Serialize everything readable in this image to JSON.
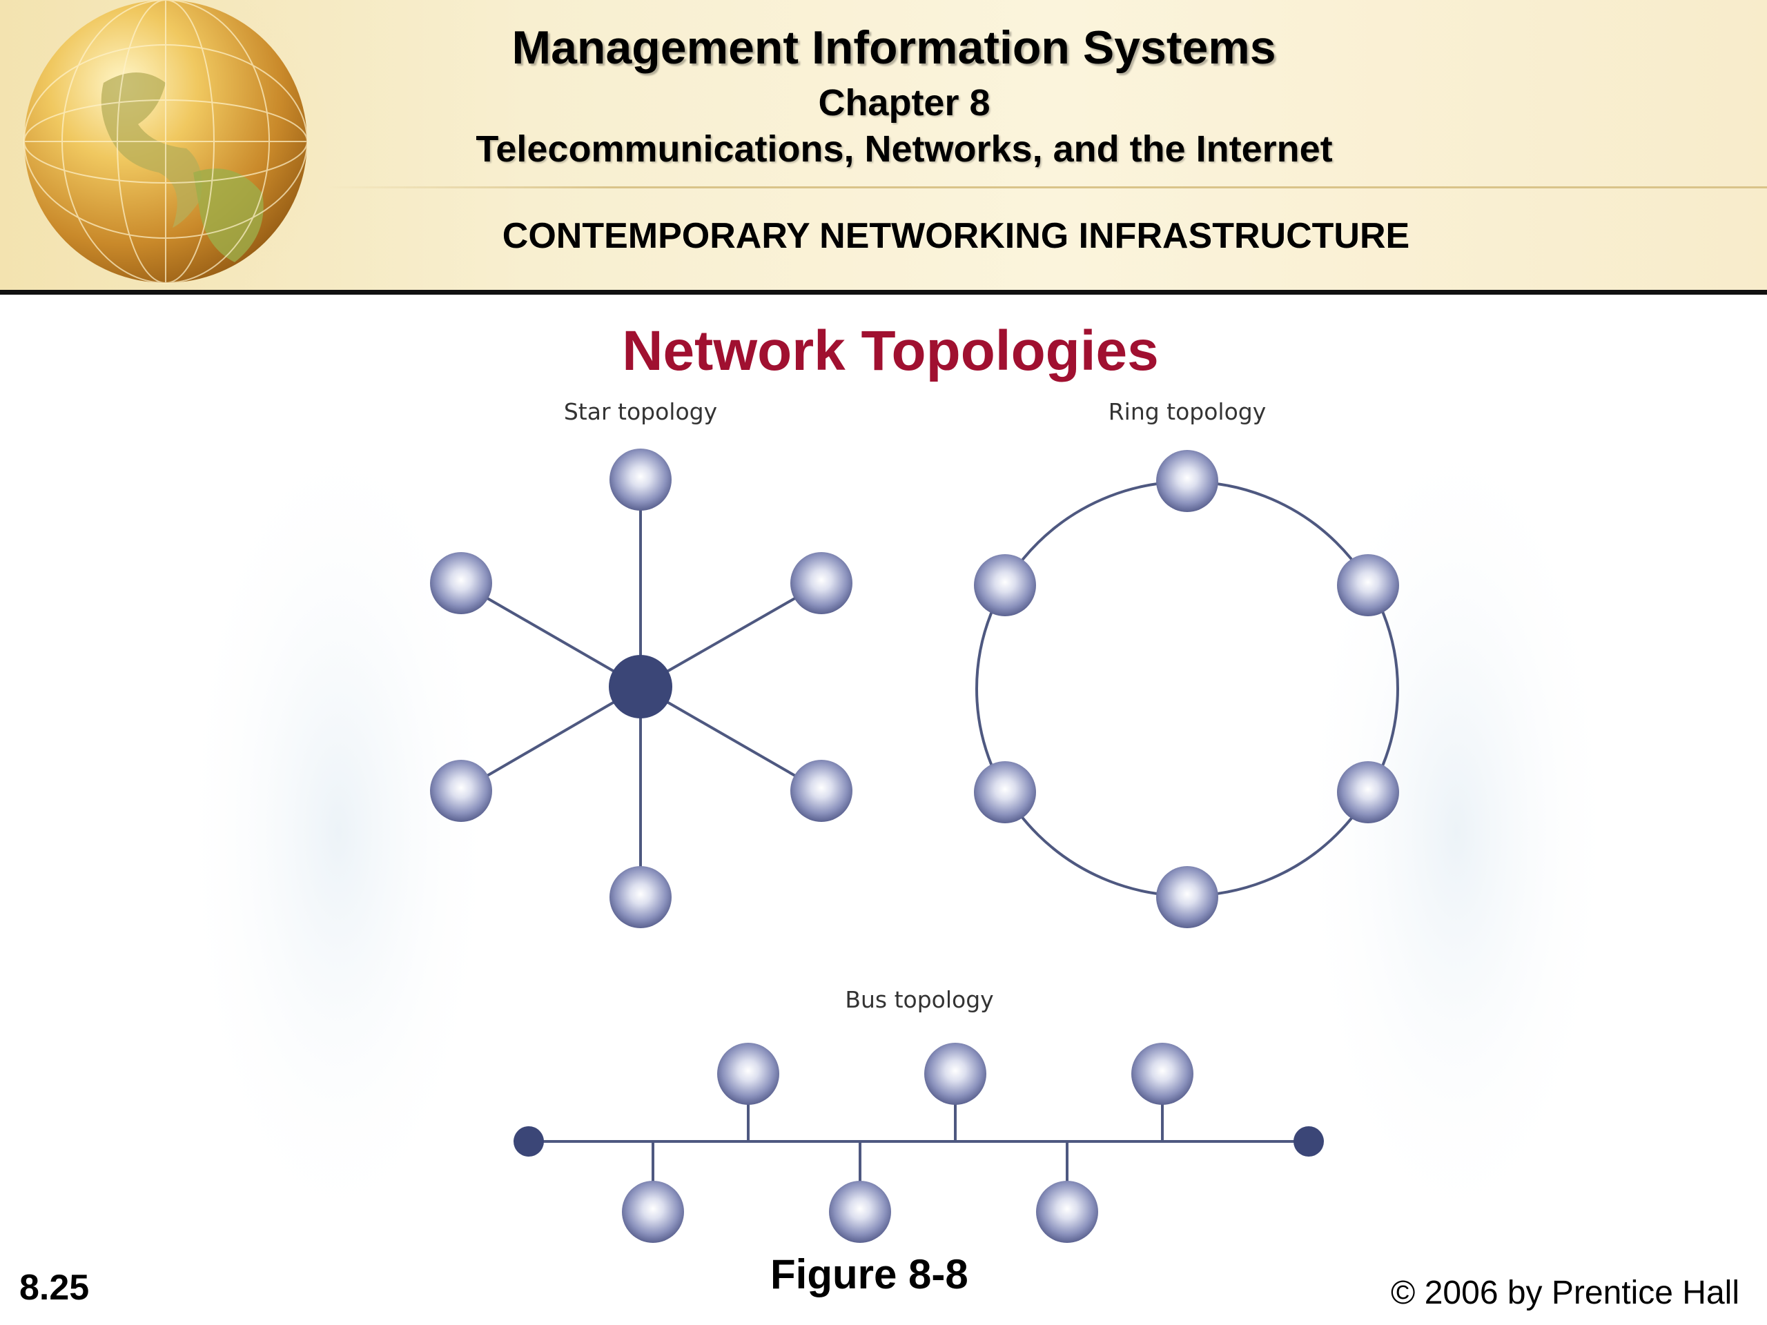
{
  "header": {
    "title": "Management Information Systems",
    "chapter": "Chapter 8",
    "subtitle": "Telecommunications, Networks, and the Internet",
    "section": "CONTEMPORARY NETWORKING INFRASTRUCTURE",
    "logo_icon": "globe-icon"
  },
  "slide": {
    "title": "Network Topologies",
    "figure_caption": "Figure 8-8",
    "number": "8.25",
    "copyright": "© 2006 by Prentice Hall"
  },
  "diagram": {
    "star": {
      "label": "Star topology",
      "hub_count": 1,
      "node_count": 6
    },
    "ring": {
      "label": "Ring topology",
      "node_count": 6
    },
    "bus": {
      "label": "Bus topology",
      "nodes_above": 3,
      "nodes_below": 3,
      "terminators": 2
    }
  },
  "colors": {
    "title_red": "#a01030",
    "node_edge": "#5b6290",
    "node_center": "#ffffff",
    "hub": "#3b4677",
    "line": "#4e5880"
  }
}
